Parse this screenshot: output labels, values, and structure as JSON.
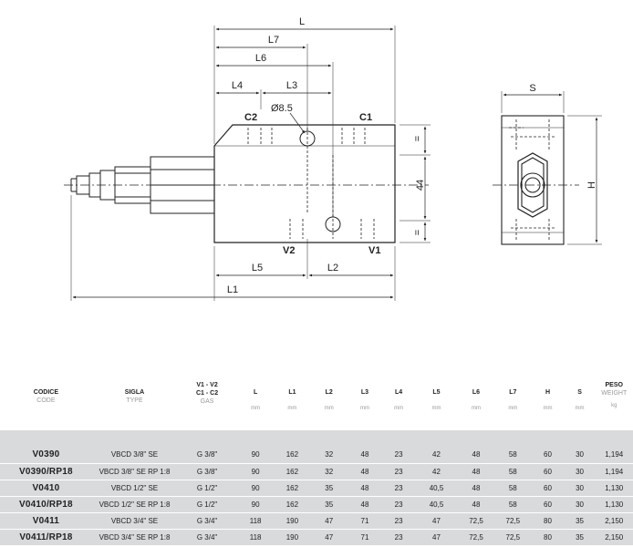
{
  "drawing": {
    "labels": {
      "L": "L",
      "L1": "L1",
      "L2": "L2",
      "L3": "L3",
      "L4": "L4",
      "L5": "L5",
      "L6": "L6",
      "L7": "L7",
      "diameter": "Ø8.5",
      "C1": "C1",
      "C2": "C2",
      "V1": "V1",
      "V2": "V2",
      "dim44": "44",
      "S": "S",
      "H": "H",
      "par_top": "=",
      "par_bottom": "="
    }
  },
  "table": {
    "headers": {
      "codice": "CODICE",
      "code": "CODE",
      "sigla": "SIGLA",
      "type": "TYPE",
      "ports_top": "V1 - V2",
      "ports_bottom": "C1 - C2",
      "gas": "GAS",
      "L": "L",
      "L1": "L1",
      "L2": "L2",
      "L3": "L3",
      "L4": "L4",
      "L5": "L5",
      "L6": "L6",
      "L7": "L7",
      "H": "H",
      "S": "S",
      "peso": "PESO",
      "weight": "WEIGHT",
      "mm": "mm",
      "kg": "kg"
    },
    "rows": [
      {
        "code": "V0390",
        "type": "VBCD 3/8\" SE",
        "gas": "G 3/8\"",
        "L": "90",
        "L1": "162",
        "L2": "32",
        "L3": "48",
        "L4": "23",
        "L5": "42",
        "L6": "48",
        "L7": "58",
        "H": "60",
        "S": "30",
        "weight": "1,194"
      },
      {
        "code": "V0390/RP18",
        "type": "VBCD 3/8\" SE RP 1:8",
        "gas": "G 3/8\"",
        "L": "90",
        "L1": "162",
        "L2": "32",
        "L3": "48",
        "L4": "23",
        "L5": "42",
        "L6": "48",
        "L7": "58",
        "H": "60",
        "S": "30",
        "weight": "1,194"
      },
      {
        "code": "V0410",
        "type": "VBCD 1/2\" SE",
        "gas": "G 1/2\"",
        "L": "90",
        "L1": "162",
        "L2": "35",
        "L3": "48",
        "L4": "23",
        "L5": "40,5",
        "L6": "48",
        "L7": "58",
        "H": "60",
        "S": "30",
        "weight": "1,130"
      },
      {
        "code": "V0410/RP18",
        "type": "VBCD 1/2\" SE RP 1:8",
        "gas": "G 1/2\"",
        "L": "90",
        "L1": "162",
        "L2": "35",
        "L3": "48",
        "L4": "23",
        "L5": "40,5",
        "L6": "48",
        "L7": "58",
        "H": "60",
        "S": "30",
        "weight": "1,130"
      },
      {
        "code": "V0411",
        "type": "VBCD 3/4\" SE",
        "gas": "G 3/4\"",
        "L": "118",
        "L1": "190",
        "L2": "47",
        "L3": "71",
        "L4": "23",
        "L5": "47",
        "L6": "72,5",
        "L7": "72,5",
        "H": "80",
        "S": "35",
        "weight": "2,150"
      },
      {
        "code": "V0411/RP18",
        "type": "VBCD 3/4\" SE RP 1:8",
        "gas": "G 3/4\"",
        "L": "118",
        "L1": "190",
        "L2": "47",
        "L3": "71",
        "L4": "23",
        "L5": "47",
        "L6": "72,5",
        "L7": "72,5",
        "H": "80",
        "S": "35",
        "weight": "2,150"
      }
    ]
  }
}
